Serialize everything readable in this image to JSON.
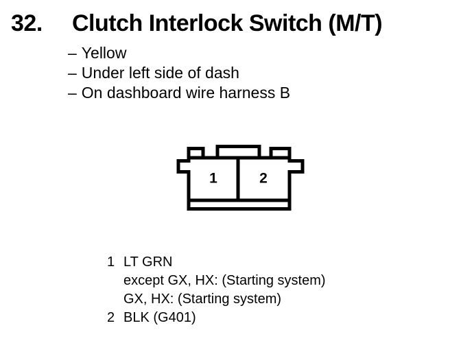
{
  "page": {
    "background_color": "#ffffff",
    "ink_color": "#000000"
  },
  "heading": {
    "number": "32.",
    "title": "Clutch Interlock Switch (M/T)"
  },
  "notes": {
    "dash": "–",
    "items": [
      "Yellow",
      "Under left side of dash",
      "On dashboard wire harness B"
    ]
  },
  "connector": {
    "description": "2-cavity connector front view",
    "pins": [
      {
        "number": "1"
      },
      {
        "number": "2"
      }
    ]
  },
  "legend": {
    "pins": [
      {
        "number": "1",
        "lines": [
          "LT GRN",
          "except GX, HX: (Starting system)",
          "GX, HX: (Starting system)"
        ]
      },
      {
        "number": "2",
        "lines": [
          "BLK (G401)"
        ]
      }
    ]
  }
}
